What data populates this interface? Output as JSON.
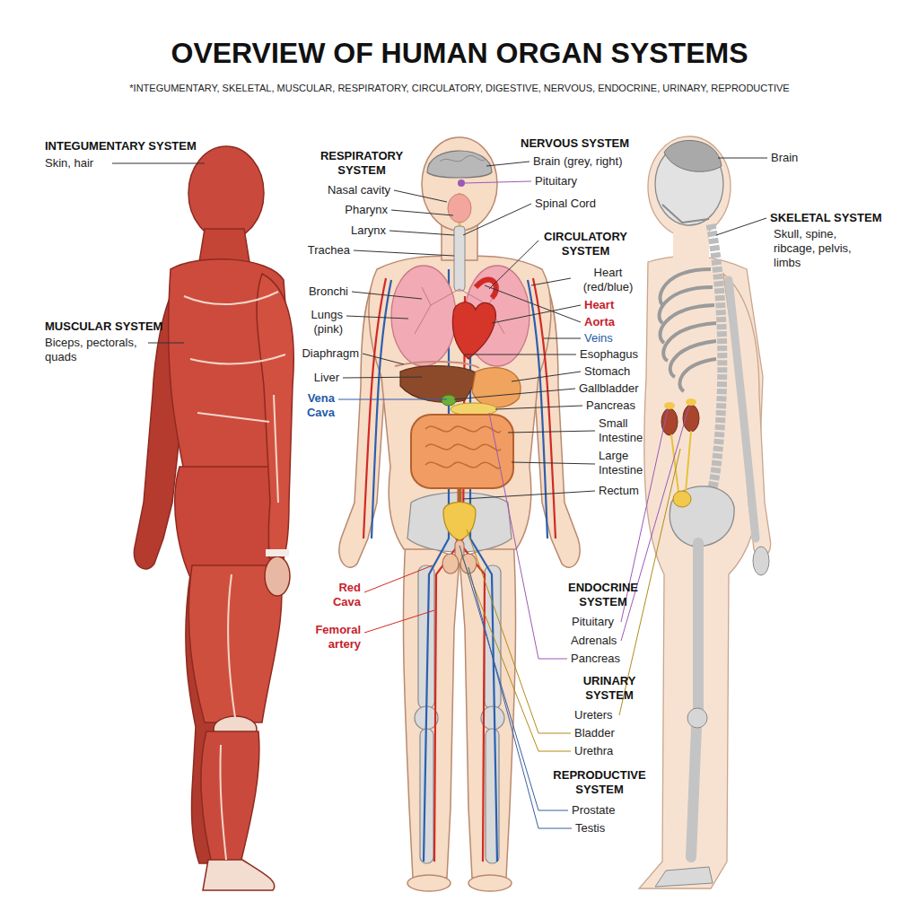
{
  "diagram": {
    "title": "OVERVIEW OF HUMAN ORGAN SYSTEMS",
    "labels": [
      "*INTEGUMENTARY, SKELETAL, MUSCULAR, RESPIRATORY, CIRCULATORY, DIGESTIVE, NERVOUS, ENDOCRINE, URINARY, REPRODUCTIVE",
      "INTEGUMENTARY SYSTEM",
      "Skin, hair",
      "MUSCULAR SYSTEM",
      "Biceps, pectorals, quads",
      "RESPIRATORY SYSTEM",
      "Nasal cavity",
      "Pharynx",
      "Larynx",
      "Trachea",
      "Bronchi",
      "Lungs (pink)",
      "Diaphragm",
      "Liver",
      "Vena Cava",
      "Red Cava",
      "Femoral artery",
      "NERVOUS SYSTEM",
      "Brain (grey, right)",
      "Pituitary",
      "Spinal Cord",
      "CIRCULATORY SYSTEM",
      "Heart (red/blue)",
      "Heart",
      "Aorta",
      "Veins",
      "Esophagus",
      "Stomach",
      "Gallbladder",
      "Pancreas",
      "Small Intestine",
      "Large Intestine",
      "Rectum",
      "Brain",
      "SKELETAL SYSTEM",
      "Skull, spine, ribcage, pelvis, limbs",
      "ENDOCRINE SYSTEM",
      "Pituitary",
      "Adrenals",
      "Pancreas",
      "URINARY SYSTEM",
      "Ureters",
      "Bladder",
      "Urethra",
      "REPRODUCTIVE SYSTEM",
      "Prostate",
      "Testis"
    ]
  }
}
